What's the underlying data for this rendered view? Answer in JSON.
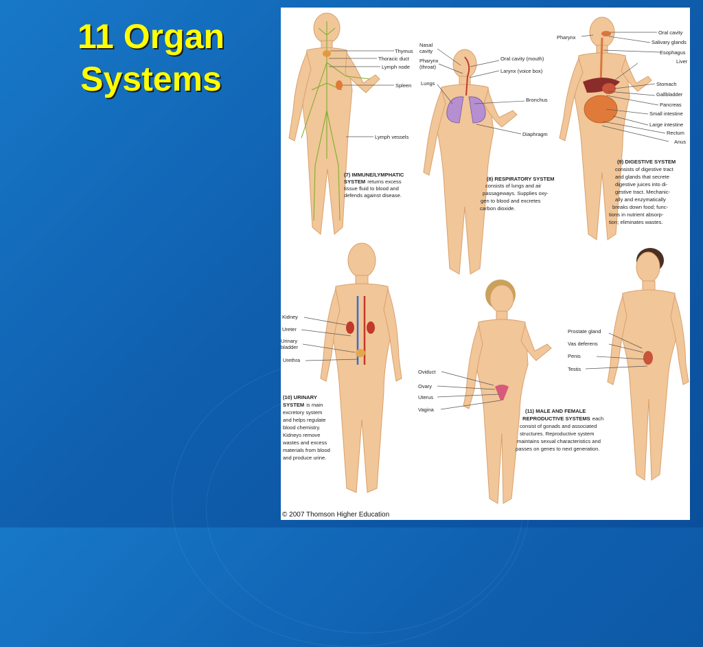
{
  "slide": {
    "title_line1": "11 Organ",
    "title_line2": "Systems"
  },
  "figure": {
    "credit": "© 2007 Thomson Higher Education",
    "immune": {
      "labels": [
        "Thymus",
        "Thoracic duct",
        "Lymph node",
        "Spleen",
        "Lymph vessels"
      ],
      "caption_bold": [
        "(7) IMMUNE/LYMPHATIC",
        "SYSTEM"
      ],
      "caption_text": [
        "returns excess",
        "tissue fluid to blood and",
        "defends against disease."
      ]
    },
    "respiratory": {
      "labels_left": [
        "Nasal",
        "cavity",
        "Pharynx",
        "(throat)",
        "Lungs"
      ],
      "labels_right": [
        "Oral cavity (mouth)",
        "Larynx (voice box)",
        "Bronchus",
        "Diaphragm"
      ],
      "caption_bold": "(8) RESPIRATORY SYSTEM",
      "caption_text": [
        "consists of lungs and air",
        "passageways. Supplies oxy-",
        "gen to blood and excretes",
        "carbon dioxide."
      ]
    },
    "digestive": {
      "label_left": "Pharynx",
      "labels_right": [
        "Oral cavity",
        "Salivary glands",
        "Esophagus",
        "Liver",
        "Stomach",
        "Gallbladder",
        "Pancreas",
        "Small intestine",
        "Large intestine",
        "Rectum",
        "Anus"
      ],
      "caption_bold": "(9) DIGESTIVE SYSTEM",
      "caption_text": [
        "consists of digestive tract",
        "and glands that secrete",
        "digestive juices into di-",
        "gestive tract. Mechanic-",
        "ally and enzymatically",
        "breaks down food; func-",
        "tions in nutrient absorp-",
        "tion; eliminates wastes."
      ]
    },
    "urinary": {
      "labels": [
        "Kidney",
        "Ureter",
        "Urinary",
        "bladder",
        "Urethra"
      ],
      "caption_bold": [
        "(10) URINARY",
        "SYSTEM"
      ],
      "caption_text": [
        "is main",
        "excretory system",
        "and helps regulate",
        "blood chemistry.",
        "Kidneys remove",
        "wastes and excess",
        "materials from blood",
        "and produce urine."
      ]
    },
    "reproductive": {
      "labels_female": [
        "Oviduct",
        "Ovary",
        "Uterus",
        "Vagina"
      ],
      "labels_male": [
        "Prostate gland",
        "Vas deferens",
        "Penis",
        "Testis"
      ],
      "caption_bold": [
        "(11) MALE AND FEMALE",
        "REPRODUCTIVE SYSTEMS"
      ],
      "caption_text": [
        "each",
        "consist of gonads and associated",
        "structures. Reproductive system",
        "maintains sexual characteristics and",
        "passes on genes to next generation."
      ]
    }
  },
  "colors": {
    "background": "#0f5fae",
    "title": "#ffff00",
    "skin": "#f1c698",
    "lymph": "#7fae2e",
    "lung": "#b58fd0",
    "digestive": "#e07a3a",
    "kidney": "#c0392b",
    "vessel_blue": "#2f6fd6"
  }
}
